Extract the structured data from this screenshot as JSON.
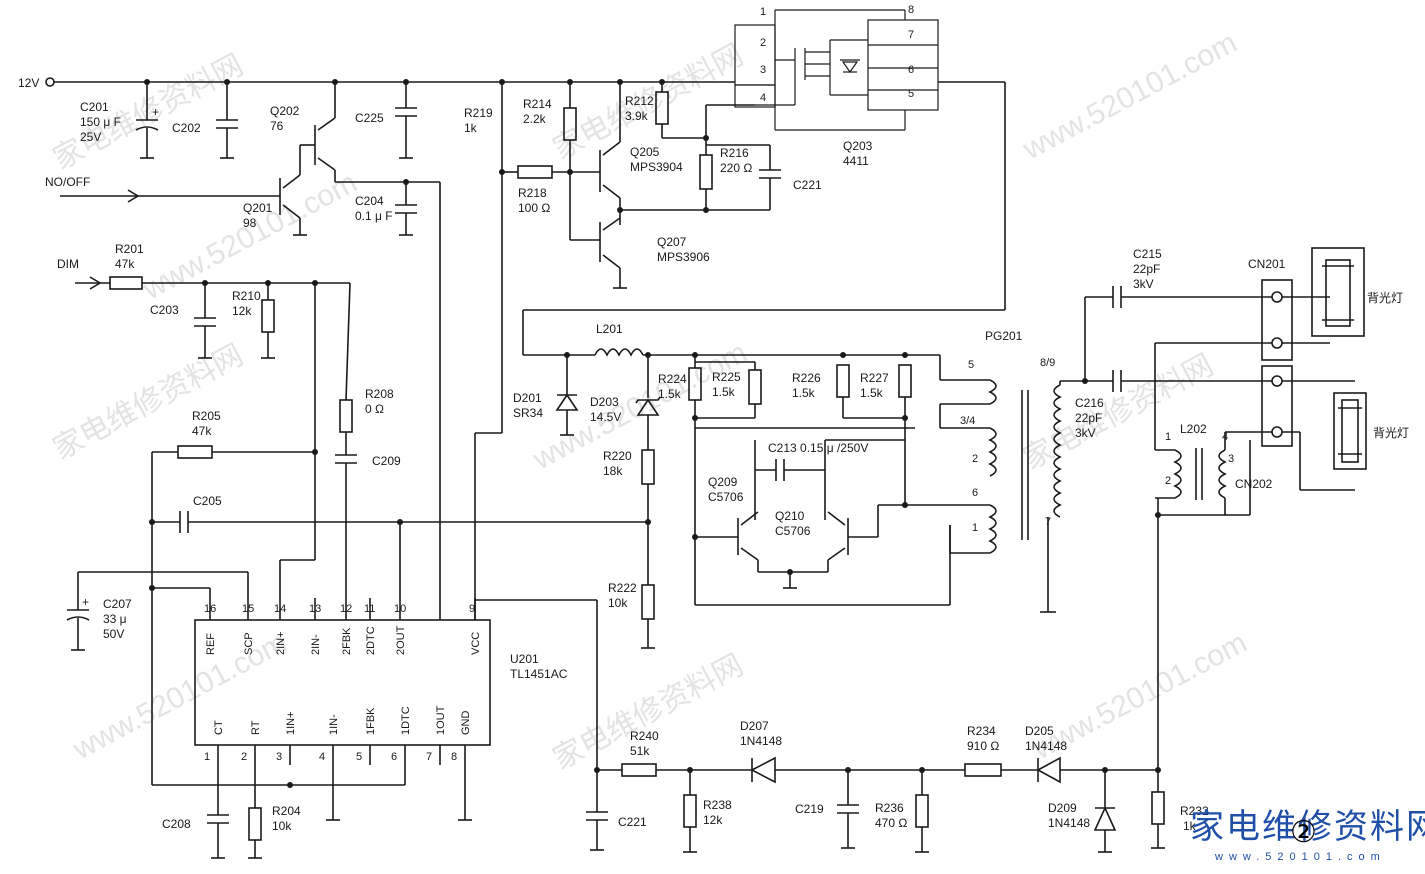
{
  "watermarks": [
    "家电维修资料网",
    "www.520101.com",
    "家电维修资料网",
    "www.520101.com",
    "家电维修资料网",
    "www.520101.com",
    "家电维修资料网",
    "www.520101.com",
    "家电维修资料网",
    "www.520101.com"
  ],
  "logo": {
    "text": "家电维修资料网",
    "url": "www.520101.com",
    "badge": "②"
  },
  "inputs": {
    "v12": "12V",
    "onoff": "NO/OFF",
    "dim": "DIM"
  },
  "labels": {
    "c201": "C201",
    "c201v": "150 μ F",
    "c201r": "25V",
    "c202": "C202",
    "q202": "Q202",
    "q202v": "76",
    "c225": "C225",
    "c204": "C204",
    "c204v": "0.1 μ F",
    "q201": "Q201",
    "q201v": "98",
    "r201": "R201",
    "r201v": "47k",
    "c203": "C203",
    "r210": "R210",
    "r210v": "12k",
    "r208": "R208",
    "r208v": "0 Ω",
    "c209": "C209",
    "r205": "R205",
    "r205v": "47k",
    "c205": "C205",
    "c207": "C207",
    "c207v": "33 μ",
    "c207r": "50V",
    "u201": "U201",
    "u201v": "TL1451AC",
    "c208": "C208",
    "r204": "R204",
    "r204v": "10k",
    "r219": "R219",
    "r219v": "1k",
    "r214": "R214",
    "r214v": "2.2k",
    "r218": "R218",
    "r218v": "100 Ω",
    "r212": "R212",
    "r212v": "3.9k",
    "q205": "Q205",
    "q205v": "MPS3904",
    "q207": "Q207",
    "q207v": "MPS3906",
    "r216": "R216",
    "r216v": "220 Ω",
    "c221a": "C221",
    "q203": "Q203",
    "q203v": "4411",
    "l201": "L201",
    "d201": "D201",
    "d201v": "SR34",
    "d203": "D203",
    "d203v": "14.5V",
    "r224": "R224",
    "r224v": "1.5k",
    "r225": "R225",
    "r225v": "1.5k",
    "r226": "R226",
    "r226v": "1.5k",
    "r227": "R227",
    "r227v": "1.5k",
    "r220": "R220",
    "r220v": "18k",
    "c213": "C213 0.15 μ /250V",
    "q209": "Q209",
    "q209v": "C5706",
    "q210": "Q210",
    "q210v": "C5706",
    "r222": "R222",
    "r222v": "10k",
    "pg201": "PG201",
    "c215": "C215",
    "c215v": "22pF",
    "c215r": "3kV",
    "c216": "C216",
    "c216v": "22pF",
    "c216r": "3kV",
    "cn201": "CN201",
    "cn202": "CN202",
    "l202": "L202",
    "backlight1": "背光灯",
    "backlight2": "背光灯",
    "r240": "R240",
    "r240v": "51k",
    "d207": "D207",
    "d207v": "1N4148",
    "r238": "R238",
    "r238v": "12k",
    "c219": "C219",
    "r236": "R236",
    "r236v": "470 Ω",
    "r234": "R234",
    "r234v": "910 Ω",
    "d205": "D205",
    "d205v": "1N4148",
    "d209": "D209",
    "d209v": "1N4148",
    "r232": "R232",
    "r232v": "1k",
    "c221b": "C221"
  },
  "ic_top_pins": [
    "16",
    "15",
    "14",
    "13",
    "12",
    "11",
    "10",
    "9"
  ],
  "ic_top_names": [
    "REF",
    "SCP",
    "2IN+",
    "2IN-",
    "2FBK",
    "2DTC",
    "2OUT",
    "VCC"
  ],
  "ic_bottom_pins": [
    "1",
    "2",
    "3",
    "4",
    "5",
    "6",
    "7",
    "8"
  ],
  "ic_bottom_names": [
    "CT",
    "RT",
    "1IN+",
    "1IN-",
    "1FBK",
    "1DTC",
    "1OUT",
    "GND"
  ],
  "q203_pins": [
    "1",
    "2",
    "3",
    "4",
    "8",
    "7",
    "6",
    "5"
  ],
  "pg201_pins": [
    "5",
    "3/4",
    "2",
    "6",
    "1",
    "8/9",
    "7"
  ],
  "l202_pins": [
    "1",
    "2",
    "4",
    "3"
  ]
}
